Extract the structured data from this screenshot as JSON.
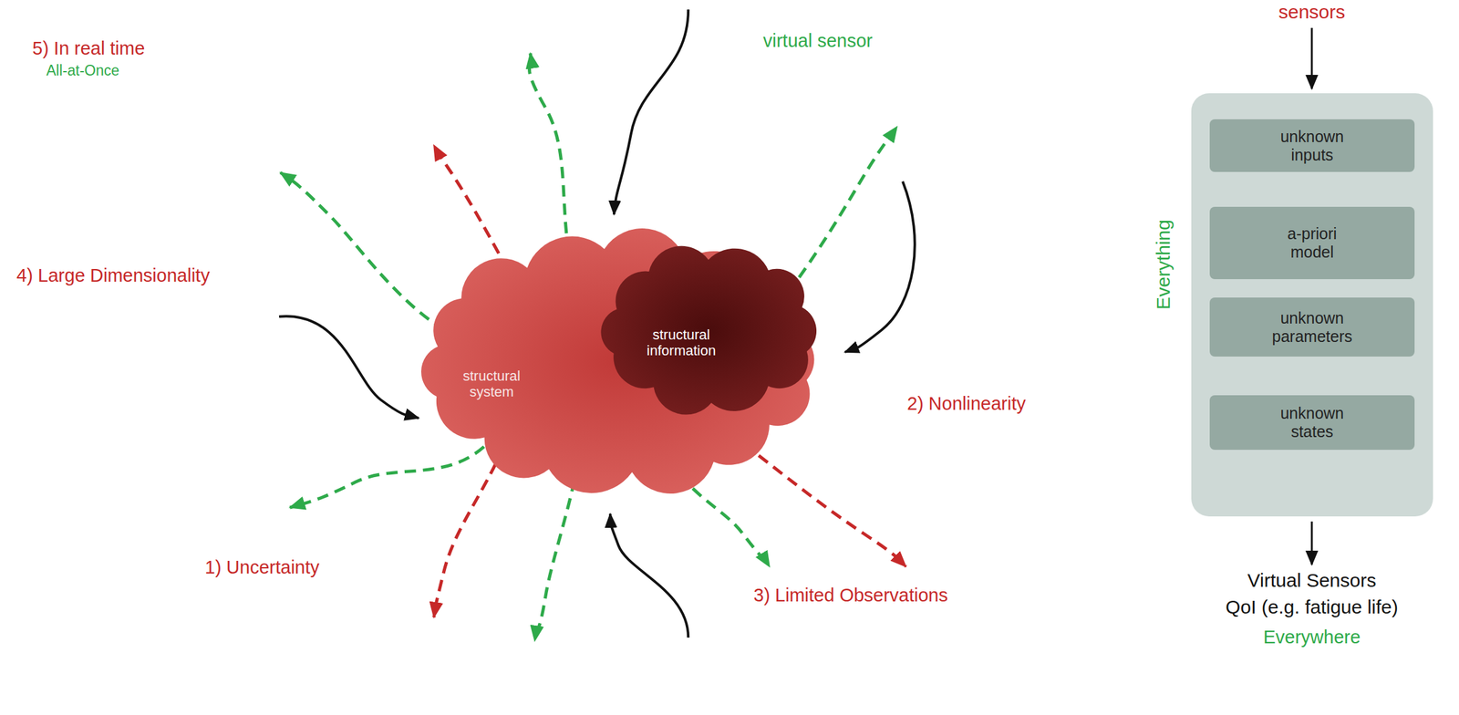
{
  "diagram": {
    "nodes": [
      {
        "text": [
          "structural system"
        ]
      },
      {
        "text": [
          "structural information"
        ],
        "in": 0
      },
      {
        "text": [
          "Everything"
        ]
      },
      {
        "text": [
          "unknown inputs"
        ],
        "in": 2
      },
      {
        "text": [
          "a-priori model"
        ],
        "in": 2
      },
      {
        "text": [
          "unknown parameters"
        ],
        "in": 2
      },
      {
        "text": [
          "unknown states"
        ],
        "in": 2
      }
    ],
    "labels": [
      "sensors",
      "5) In real time",
      "All-at-Once",
      "virtual sensor",
      "4) Large Dimensionality",
      "2) Nonlinearity",
      "1) Uncertainty",
      "3) Limited Observations",
      "Virtual Sensors",
      "QoI (e.g. fatigue life)",
      "Everywhere"
    ]
  }
}
